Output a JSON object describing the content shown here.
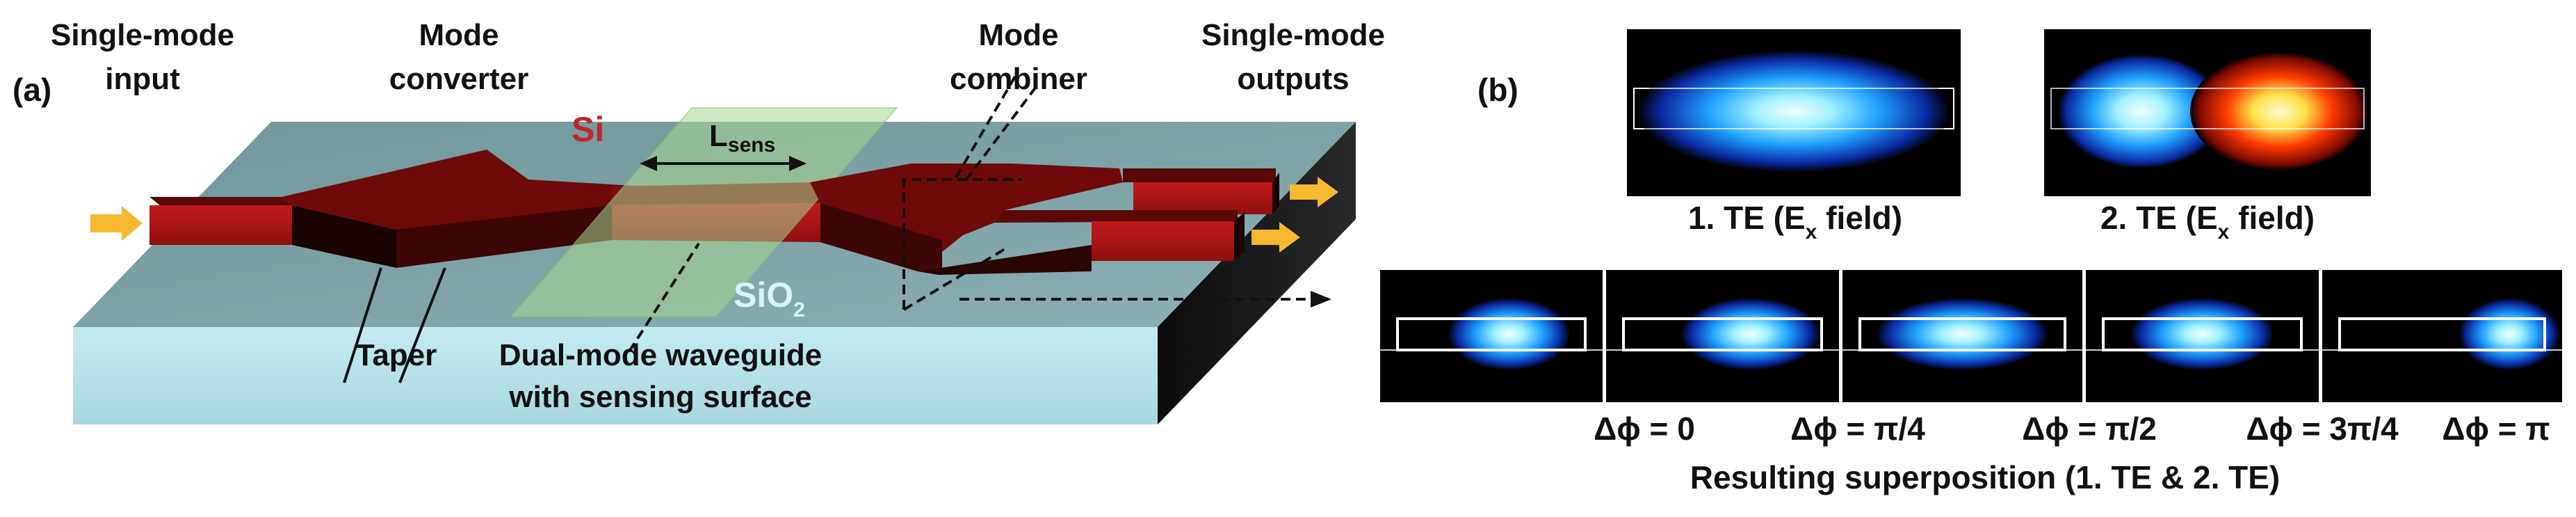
{
  "panel_a": {
    "tag": "(a)",
    "labels": {
      "input_l1": "Single-mode",
      "input_l2": "input",
      "converter_l1": "Mode",
      "converter_l2": "converter",
      "combiner_l1": "Mode",
      "combiner_l2": "combiner",
      "outputs_l1": "Single-mode",
      "outputs_l2": "outputs",
      "si": "Si",
      "lsens_main": "L",
      "lsens_sub": "sens",
      "sio2_main": "SiO",
      "sio2_sub": "2",
      "taper": "Taper",
      "dual_l1": "Dual-mode waveguide",
      "dual_l2": "with sensing surface"
    },
    "colors": {
      "substrate_top": "#7fa4a8",
      "substrate_front": "#b7e2e8",
      "substrate_side": "#161616",
      "silicon": "#7a0d0d",
      "silicon_dark": "#3a0404",
      "silicon_front": "#b01515",
      "sensing_window": "#9fd38a",
      "arrow": "#f5b82e",
      "si_label": "#c0262a",
      "sio2_label": "#d9f3f7"
    }
  },
  "panel_b": {
    "tag": "(b)",
    "mode_captions": [
      {
        "pre": "1. TE (E",
        "sub": "x",
        "post": " field)"
      },
      {
        "pre": "2. TE (E",
        "sub": "x",
        "post": " field)"
      }
    ],
    "phase_labels": [
      "Δϕ = 0",
      "Δϕ = π/4",
      "Δϕ = π/2",
      "Δϕ = 3π/4",
      "Δϕ = π"
    ],
    "superposition_caption": "Resulting superposition (1. TE & 2. TE)",
    "colors": {
      "field_blue": "#1fa0ff",
      "field_core": "#e8fbff",
      "field_red": "#ff2a00",
      "field_yellow": "#fff4a0",
      "background": "#000000"
    }
  }
}
